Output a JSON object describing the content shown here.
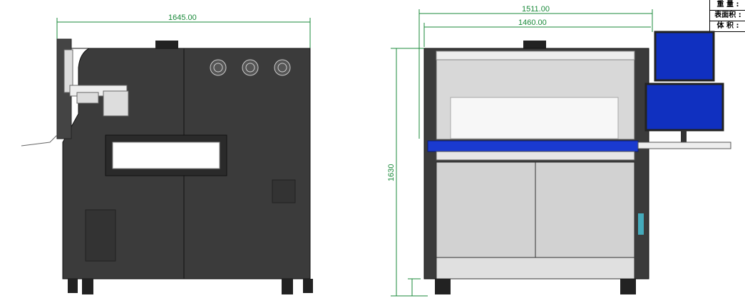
{
  "title_block": {
    "weight_label": "重 量 :",
    "surface_area_label": "表面积 :",
    "volume_label": "体 积 :"
  },
  "side_view": {
    "width_dimension": "1645.00"
  },
  "front_view": {
    "overall_width_dimension": "1511.00",
    "body_width_dimension": "1460.00",
    "height_dimension": "1630"
  },
  "colors": {
    "dimension": "#1a8a3a",
    "body": "#3b3b3b",
    "screen": "#1030c0",
    "panel": "#d2d2d2"
  }
}
